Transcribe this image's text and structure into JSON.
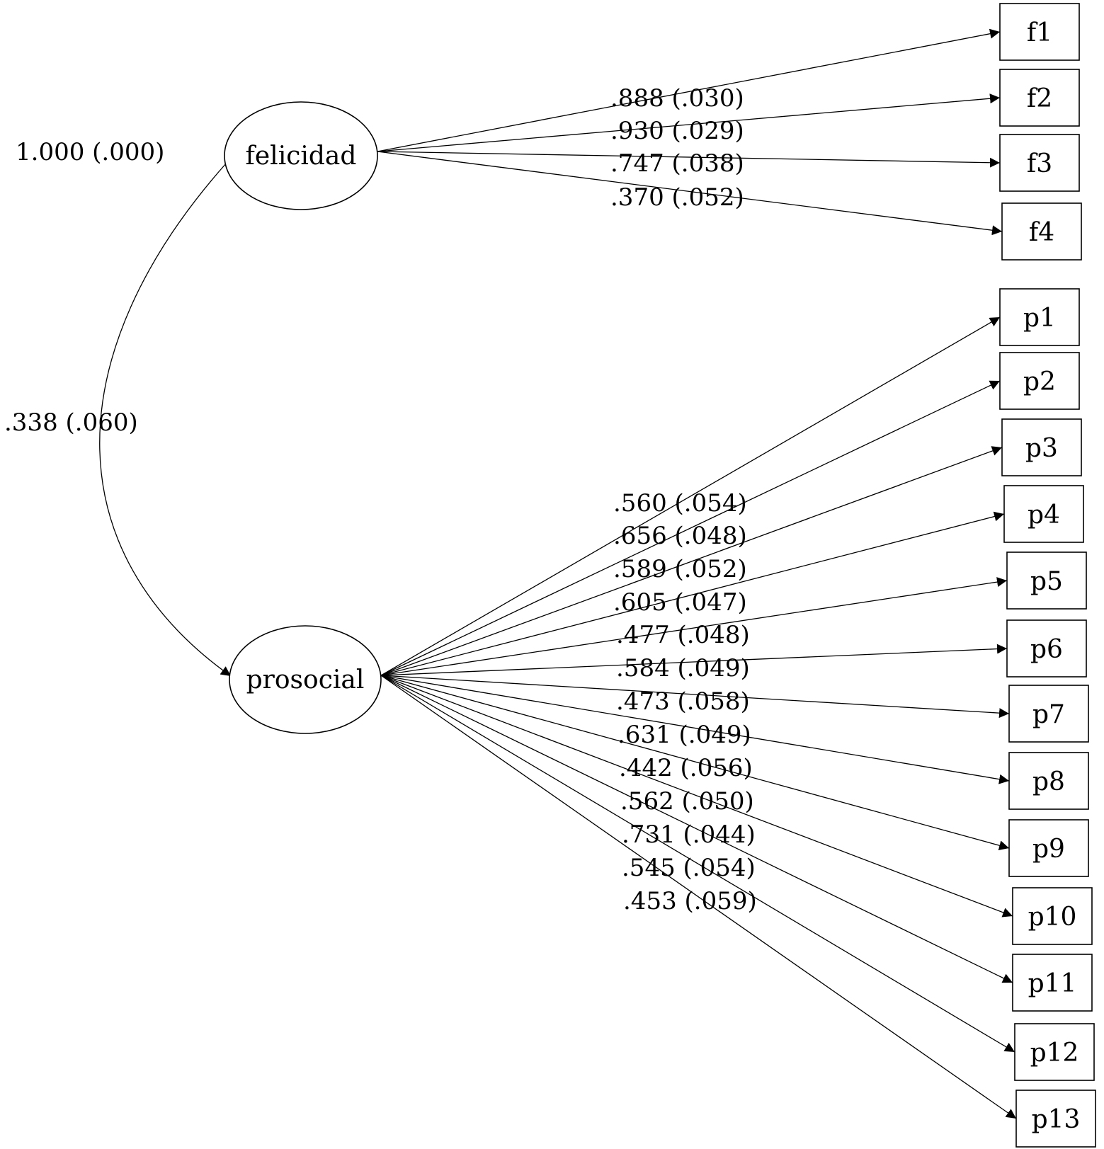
{
  "latent": [
    {
      "id": "felicidad",
      "label": "felicidad"
    },
    {
      "id": "prosocial",
      "label": "prosocial"
    }
  ],
  "indicators": [
    {
      "id": "f1",
      "label": "f1"
    },
    {
      "id": "f2",
      "label": "f2"
    },
    {
      "id": "f3",
      "label": "f3"
    },
    {
      "id": "f4",
      "label": "f4"
    },
    {
      "id": "p1",
      "label": "p1"
    },
    {
      "id": "p2",
      "label": "p2"
    },
    {
      "id": "p3",
      "label": "p3"
    },
    {
      "id": "p4",
      "label": "p4"
    },
    {
      "id": "p5",
      "label": "p5"
    },
    {
      "id": "p6",
      "label": "p6"
    },
    {
      "id": "p7",
      "label": "p7"
    },
    {
      "id": "p8",
      "label": "p8"
    },
    {
      "id": "p9",
      "label": "p9"
    },
    {
      "id": "p10",
      "label": "p10"
    },
    {
      "id": "p11",
      "label": "p11"
    },
    {
      "id": "p12",
      "label": "p12"
    },
    {
      "id": "p13",
      "label": "p13"
    }
  ],
  "loadings": [
    {
      "from": "felicidad",
      "to": "f1",
      "label": ".888 (.030)"
    },
    {
      "from": "felicidad",
      "to": "f2",
      "label": ".930 (.029)"
    },
    {
      "from": "felicidad",
      "to": "f3",
      "label": ".747 (.038)"
    },
    {
      "from": "felicidad",
      "to": "f4",
      "label": ".370 (.052)"
    },
    {
      "from": "prosocial",
      "to": "p1",
      "label": ".560 (.054)"
    },
    {
      "from": "prosocial",
      "to": "p2",
      "label": ".656 (.048)"
    },
    {
      "from": "prosocial",
      "to": "p3",
      "label": ".589 (.052)"
    },
    {
      "from": "prosocial",
      "to": "p4",
      "label": ".605 (.047)"
    },
    {
      "from": "prosocial",
      "to": "p5",
      "label": ".477 (.048)"
    },
    {
      "from": "prosocial",
      "to": "p6",
      "label": ".584 (.049)"
    },
    {
      "from": "prosocial",
      "to": "p7",
      "label": ".473 (.058)"
    },
    {
      "from": "prosocial",
      "to": "p8",
      "label": ".631 (.049)"
    },
    {
      "from": "prosocial",
      "to": "p9",
      "label": ".442 (.056)"
    },
    {
      "from": "prosocial",
      "to": "p10",
      "label": ".562 (.050)"
    },
    {
      "from": "prosocial",
      "to": "p11",
      "label": ".731 (.044)"
    },
    {
      "from": "prosocial",
      "to": "p12",
      "label": ".545 (.054)"
    },
    {
      "from": "prosocial",
      "to": "p13",
      "label": ".453 (.059)"
    }
  ],
  "variance_label": "1.000 (.000)",
  "covariance_label": ".338 (.060)"
}
